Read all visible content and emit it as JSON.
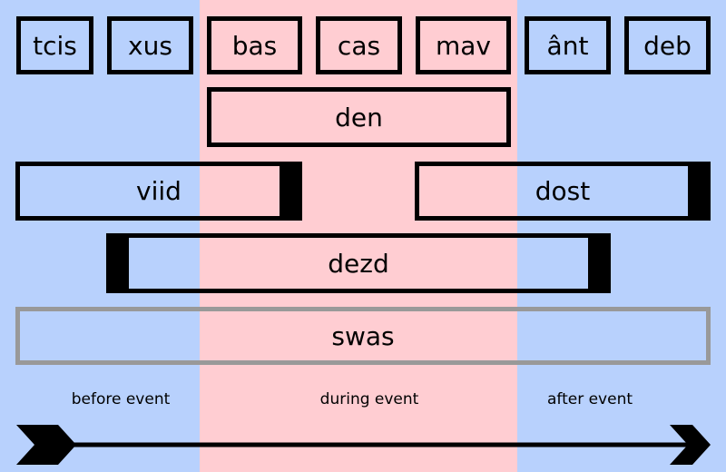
{
  "colors": {
    "before": "#b8d1fd",
    "during": "#ffcdd2",
    "after": "#b8d1fd",
    "border": "#000000",
    "border_faint": "#999999"
  },
  "phase_labels": {
    "before": "before event",
    "during": "during event",
    "after": "after event"
  },
  "segments": [
    {
      "label": "tcis",
      "fill": "before"
    },
    {
      "label": "xus",
      "fill": "before"
    },
    {
      "label": "bas",
      "fill": "during"
    },
    {
      "label": "cas",
      "fill": "during"
    },
    {
      "label": "mav",
      "fill": "during"
    },
    {
      "label": "ânt",
      "fill": "after"
    },
    {
      "label": "deb",
      "fill": "after"
    },
    {
      "label": "den",
      "fill": "during"
    },
    {
      "label": "viid",
      "fill": "transparent"
    },
    {
      "label": "dost",
      "fill": "transparent"
    },
    {
      "label": "dezd",
      "fill": "transparent"
    },
    {
      "label": "swas",
      "fill": "transparent"
    }
  ],
  "icons": {
    "timeline": "arrow-right-icon"
  }
}
